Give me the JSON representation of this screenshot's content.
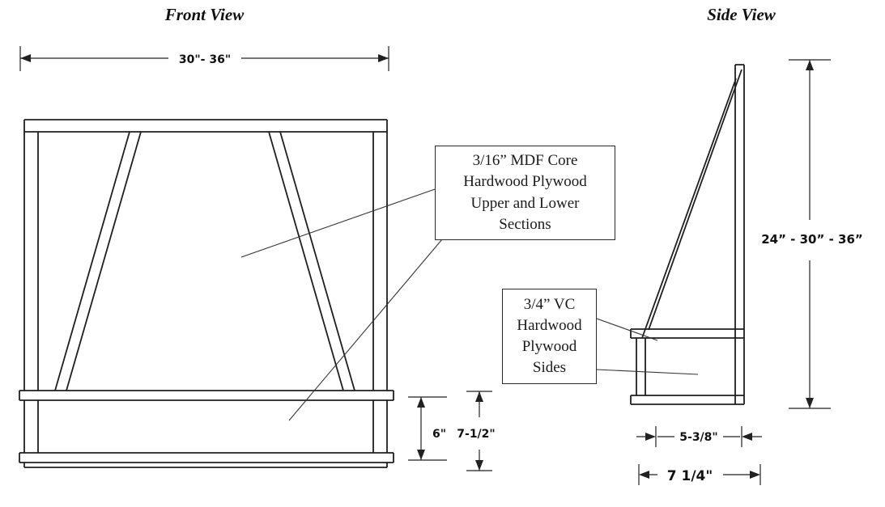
{
  "front_view": {
    "title": "Front View",
    "dim_width": "30\"- 36\"",
    "dim_inner_height": "6\"",
    "dim_total_height": "7-1/2\""
  },
  "side_view": {
    "title": "Side View",
    "dim_height": "24” - 30” - 36”",
    "dim_top_depth": "5-3/8\"",
    "dim_total_depth": "7 1/4\""
  },
  "callouts": {
    "mdf": {
      "line1": "3/16” MDF Core",
      "line2": "Hardwood Plywood",
      "line3": "Upper and Lower",
      "line4": "Sections"
    },
    "vc": {
      "line1": "3/4” VC",
      "line2": "Hardwood",
      "line3": "Plywood",
      "line4": "Sides"
    }
  },
  "colors": {
    "line": "#1f1f1f",
    "dimension_line": "#222222",
    "leader_line": "#333333",
    "text": "#111111",
    "background": "#ffffff"
  }
}
